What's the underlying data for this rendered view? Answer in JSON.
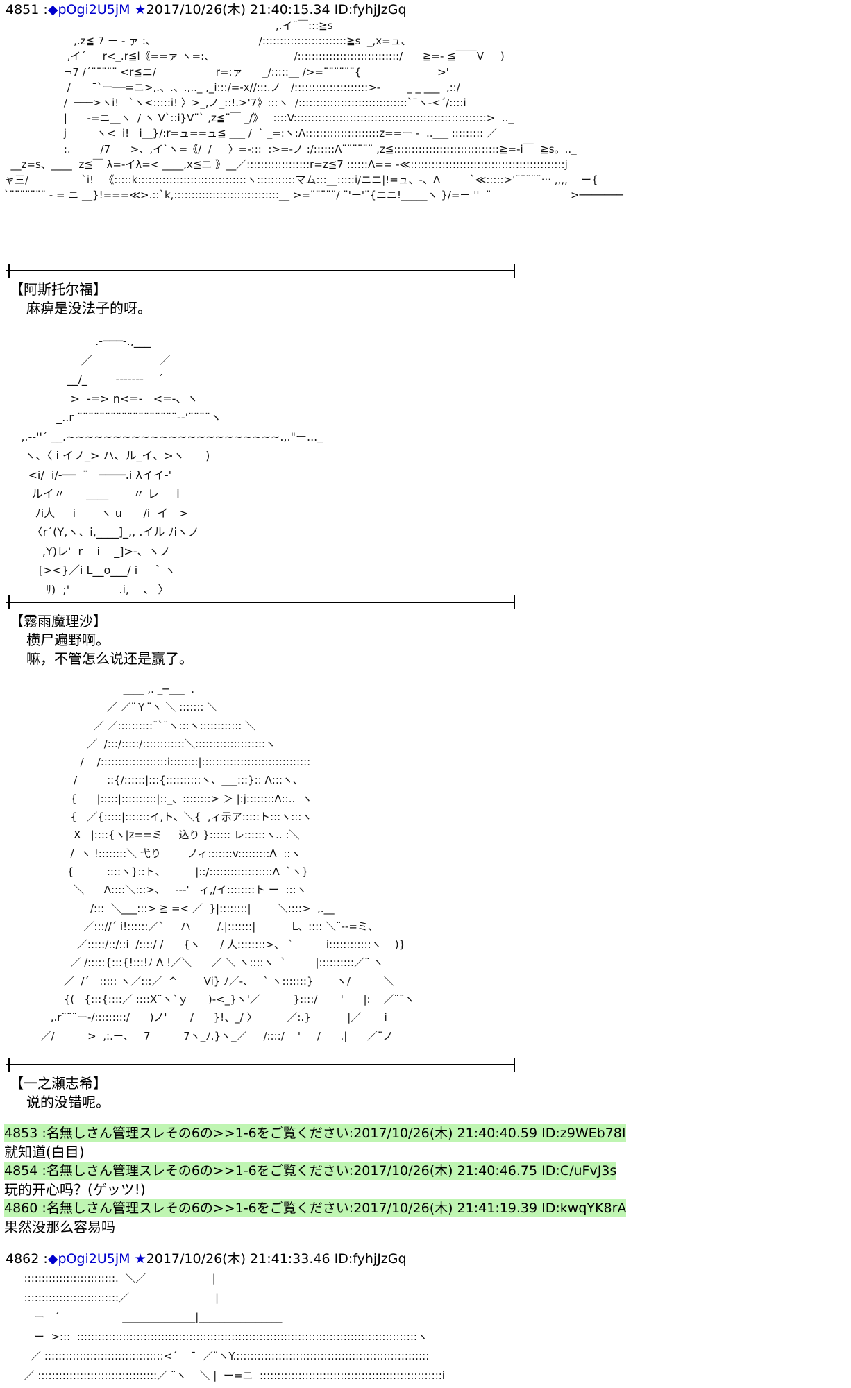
{
  "posts": [
    {
      "number": "4851",
      "name": "pOgi2U5jM",
      "datetime": "2017/10/26(木) 21:40:15.34",
      "id": "ID:fyhjJzGq",
      "scenes": [
        {
          "art": "                                                                                  ,.イ¨￣:::≧s\n                     ,.z≦ 7 ー - ァ :、                               /::::::::::::::::::::::::≧s  _,x=ュ、\n                   ,イ´     r<_.r≦l《==ァ ヽ=:、                        /:::::::::::::::::::::::::::::/      ≧=- ≦￣￣V     )\n                  ¬7 /´¨¨¨¨¨ <r≦ニ/                  r=:ァ      _/:::::__ />=¨¨¨¨¨¨{                       >'\n                   /        ̄`ー──=ニ>,.、.、.,.._ ,_i:::/=-x//:::.ノ   /:::::::::::::::::::::>-        _ _ ___  ,::/\n                  /  ───>ヽi!   `ヽ<:::::i! 〉>_,ノ_::!.>'7》:::ヽ  /:::::::::::::::::::::::::::::::`¨ヽ-<´/::::i\n                  |      -=ニ__ヽ  / ヽ V`::i}V¨` ,z≦¨￣ _/》   ::::V:::::::::::::::::::::::::::::::::::::::::::::::::::::::>  .._\n                  j         ヽ<  i!   i__}/:r=ュ==ュ≦ ___ /  ` _=:ヽ:Λ:::::::::::::::::::::z==ー -  ..___ ::::::::: ／\n                  :.         /7      >、,イ`ヽ=《/  /     〉=-:::  :>=-ノ :/::::::Λ¨¨¨¨¨¨ ,z≦::::::::::::::::::::::::::::::≧=-i￣  ≧s。.._\n  __z=s、____  z≦￣ λ=-イλ=< ____,x≦ニ 》__／::::::::::::::::::r=z≦7 ::::::Λ== -≪::::::::::::::::::::::::::::::::::::::::::::j\nャ三/                `i!   《:::::k:::::::::::::::::::::::::::::::ヽ:::::::::::マム:::__:::::i/ニニ|!=ュ、-、Λ         `≪:::::>'¨¨¨¨¨··· ,,,,    ー{\n`¨¨¨¨¨¨¨ - = ニ __}!===≪>.::`k,::::::::::::::::::::::::::::::__ >=¨¨¨¨¨/ ¨'ー'¨{ニニ!_____ヽ }/=ー ''  ¨                        >───────",
          "speaker": "【阿斯托尔福】",
          "lines": [
            "麻痹是没法子的呀。"
          ]
        },
        {
          "art": "                         .-───-.,___\n                     ／                   ／\n                 __/_        -------    ´\n                  >  -=> n<=-   <=-、ヽ\n              _..r ¨¨¨¨¨¨¨¨¨¨¨¨¨¨¨¨¨¨-‐'¨¨¨¨ヽ\n    ,.-‐''´ __.~~~~~~~~~~~~~~~~~~~~~~~.,.\"ー..._\n     ヽ、〈 i イノ_> ハ、ル_イ、>ヽ      )\n      <i/  i/-──  ¨   ────.i λイイ-'\n       ルイ〃      ____       〃 レ     i\n        ﾉi人     i       ヽ u      /i  イ   >\n       〈r´(Y,ヽ、i,____]_,, .イル ﾉiヽノ\n          ,Y)レ'  r    i    _]>-、ヽノ\n         [><}／i L__o___/ i     ` ヽ\n           ﾘ)  ;'              .i,    、 〉",
          "speaker": "【霧雨魔理沙】",
          "lines": [
            "横尸遍野啊。",
            "嘛，不管怎么说还是赢了。"
          ]
        },
        {
          "art": "                                    ____ ,. _─___  .\n                               ／ ／¨Ｙ¨ヽ ＼ ::::::: ＼\n                           ／ ／::::::::::¨`¨ヽ:::ヽ:::::::::::: ＼\n                         ／  /:::/:::::/::::::::::::＼::::::::::::::::::::ヽ\n                       /    /:::::::::::::::::::i::::::::|:::::::::::::::::::::::::::::::\n                     /         ::{/::::::|:::{::::::::::ヽ、___:::}:: Λ:::ヽ、\n                    {      |:::::|::::::::::|::_、::::::::> ＞ |:j::::::::Λ::..  ヽ\n                    {   ／{:::::|:::::::イ,ト、＼{  ,ィ示ア:::::ト:::ヽ:::ヽ\n                     X   |::::{ヽ|z==ミ     込り }:::::: レ::::::ヽ.. :＼\n                    /  ヽ !::::::::＼ 弋り        ノィ:::::::v:::::::::Λ  ::ヽ\n                   {          ::::ヽ}::ト、         |::/::::::::::::::::::Λ  `ヽ}\n                     ＼      Λ::::＼:::>、   -‐-'   ィ,/イ::::::::ト ー  :::ヽ\n                          /:::  ＼___:::> ≧ =< ／  }|::::::::|        ＼::::>  ,.__\n                        ／::://´ i!::::::／`     ハ        /.|:::::::|           L、:::: ＼¨--=ミ、\n                      ／:::::/::/::i  /::::/ /      {ヽ      / 人::::::::>、 `          i::::::::::::ヽ    )}\n                    ／ /:::::{:::{!:::!ﾉ Λ !／＼      ／ ＼ ヽ::::ヽ  `         |::::::::::／¨ ヽ    \n                  ／  /´   ::::: ヽ／:::／  ^        Vi} ﾉ／-、   ` ヽ:::::::}       ヽ/          ＼\n                  {(   {:::{::::／ ::::X¨ヽ`ｙ      )-<_}ヽ'／          }::::/       '      |:    ／¨¨ヽ\n              ,.r¨¨¨ー-/:::::::::/      )ノ'       /      }!、_/ 〉         ／:.}           |／       i\n           ／/          >  ,:.ー、   7          7ヽ_ﾉ.}ヽ_／     /::::/    '     /      .|      ／¨ノ",
          "speaker": "【一之瀬志希】",
          "lines": [
            "说的没错呢。"
          ]
        }
      ]
    },
    {
      "number": "4862",
      "name": "pOgi2U5jM",
      "datetime": "2017/10/26(木) 21:41:33.46",
      "id": "ID:fyhjJzGq",
      "art": "      ::::::::::::::::::::::::::.  ＼／                    |\n      :::::::::::::::::::::::::::／                          |\n         ー   ´                   ______________|________________\n         ー  >:::  :::::::::::::::::::::::::::::::::::::::::::::::::::::::::::::::::::::::::::::::::::::::::::::::::ヽ\n        ／ ::::::::::::::::::::::::::::::::::<´    ¯  ／¨ヽY.:::::::::::::::::::::::::::::::::::::::::::::::::::::::\n      ／ ::::::::::::::::::::::::::::::::::／ ¨ヽ    ＼ |  ー=ニ  ::::::::::::::::::::::::::::::::::::::::::::::::::::i"
    }
  ],
  "replies": [
    {
      "number": "4853",
      "name": "名無しさん管理スレその6の>>1-6をご覧ください",
      "datetime": "2017/10/26(木) 21:40:40.59",
      "id": "ID:z9WEb78I",
      "body": "就知道(白目)"
    },
    {
      "number": "4854",
      "name": "名無しさん管理スレその6の>>1-6をご覧ください",
      "datetime": "2017/10/26(木) 21:40:46.75",
      "id": "ID:C/uFvJ3s",
      "body": "玩的开心吗？(ゲッツ!)"
    },
    {
      "number": "4860",
      "name": "名無しさん管理スレその6の>>1-6をご覧ください",
      "datetime": "2017/10/26(木) 21:41:19.39",
      "id": "ID:kwqYK8rA",
      "body": "果然没那么容易吗"
    }
  ],
  "glyphs": {
    "diamond": "◆",
    "star": "★",
    "separator": " :"
  },
  "colors": {
    "trip": "#0000cc",
    "reply_highlight": "#bff5b2"
  }
}
